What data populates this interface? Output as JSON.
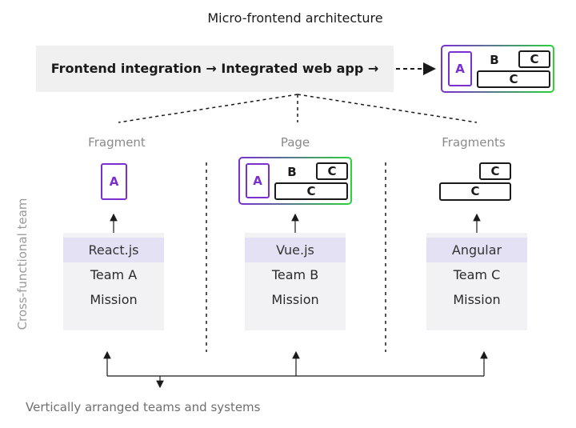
{
  "title": "Micro-frontend architecture",
  "integration": {
    "text": "Frontend integration → Integrated web app →"
  },
  "side_label": "Cross-functional team",
  "bottom_label": "Vertically arranged teams and systems",
  "composite": {
    "a": "A",
    "b": "B",
    "c_small": "C",
    "c_wide": "C"
  },
  "columns": [
    {
      "label": "Fragment",
      "fragment": {
        "a": "A"
      },
      "team": {
        "tech": "React.js",
        "team": "Team A",
        "mission": "Mission"
      }
    },
    {
      "label": "Page",
      "fragment": {
        "a": "A",
        "b": "B",
        "c_small": "C",
        "c_wide": "C"
      },
      "team": {
        "tech": "Vue.js",
        "team": "Team B",
        "mission": "Mission"
      }
    },
    {
      "label": "Fragments",
      "fragment": {
        "c_small": "C",
        "c_wide": "C"
      },
      "team": {
        "tech": "Angular",
        "team": "Team C",
        "mission": "Mission"
      }
    }
  ],
  "colors": {
    "accent_purple": "#7b2fd0",
    "accent_green": "#2bd23a",
    "team_header": "#e4e1f5",
    "integration_bar": "#f0f0f0"
  }
}
